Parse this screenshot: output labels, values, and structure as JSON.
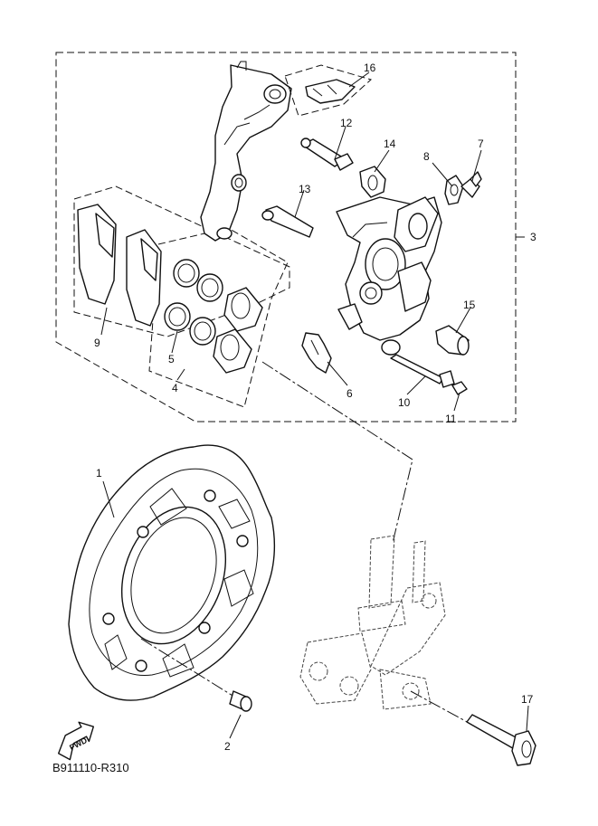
{
  "diagram": {
    "callouts": [
      {
        "id": "1",
        "text": "1"
      },
      {
        "id": "2",
        "text": "2"
      },
      {
        "id": "3",
        "text": "3"
      },
      {
        "id": "4",
        "text": "4"
      },
      {
        "id": "5",
        "text": "5"
      },
      {
        "id": "6",
        "text": "6"
      },
      {
        "id": "7",
        "text": "7"
      },
      {
        "id": "8",
        "text": "8"
      },
      {
        "id": "9",
        "text": "9"
      },
      {
        "id": "10",
        "text": "10"
      },
      {
        "id": "11",
        "text": "11"
      },
      {
        "id": "12",
        "text": "12"
      },
      {
        "id": "13",
        "text": "13"
      },
      {
        "id": "14",
        "text": "14"
      },
      {
        "id": "15",
        "text": "15"
      },
      {
        "id": "16",
        "text": "16"
      },
      {
        "id": "17",
        "text": "17"
      }
    ],
    "forward_badge": "FWD",
    "drawing_code": "B911110-R310"
  }
}
